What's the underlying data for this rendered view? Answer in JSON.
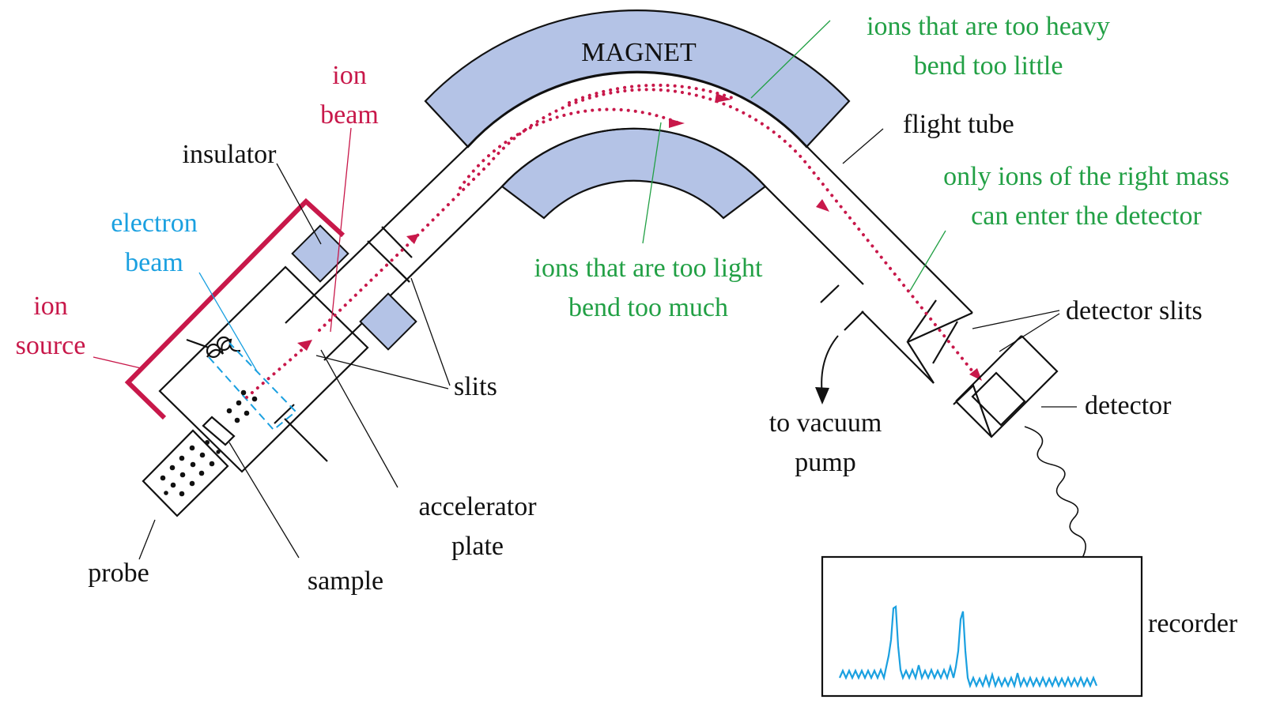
{
  "labels": {
    "magnet": "MAGNET",
    "ion_beam_1": "ion",
    "ion_beam_2": "beam",
    "insulator": "insulator",
    "electron_beam_1": "electron",
    "electron_beam_2": "beam",
    "ion_source_1": "ion",
    "ion_source_2": "source",
    "slits": "slits",
    "accelerator_plate_1": "accelerator",
    "accelerator_plate_2": "plate",
    "probe": "probe",
    "sample": "sample",
    "heavy_1": "ions that are too heavy",
    "heavy_2": "bend too little",
    "flight_tube": "flight tube",
    "right_mass_1": "only ions of the right mass",
    "right_mass_2": "can enter the detector",
    "light_1": "ions that are too light",
    "light_2": "bend too much",
    "detector_slits": "detector slits",
    "detector": "detector",
    "vacuum_1": "to vacuum",
    "vacuum_2": "pump",
    "recorder": "recorder"
  },
  "colors": {
    "ion": "#c8184a",
    "electron": "#1aa0e0",
    "annotation": "#22a045",
    "magnet_fill": "#b4c3e6",
    "outline": "#111111"
  }
}
